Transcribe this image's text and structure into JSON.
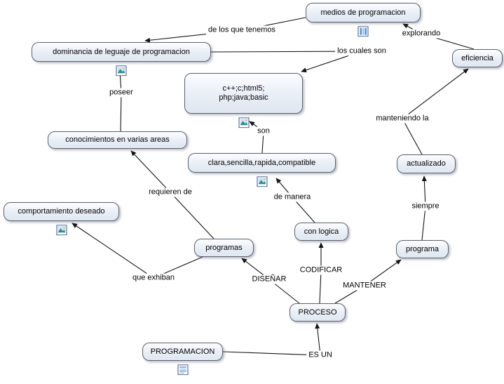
{
  "colors": {
    "canvas_background": "#ffffff",
    "node_fill": "#e9eef6",
    "node_border": "#5f6270",
    "connector": "#141414",
    "icon_accent": "#3a6ea5"
  },
  "nodes": {
    "medios": {
      "label": "medios de programacion",
      "icon": "film-strip-icon"
    },
    "dominancia": {
      "label": "dominancia de leguaje de programacion",
      "icon": "picture-icon"
    },
    "lenguajes": {
      "label": "c++;c;html5;\nphp;java;basic",
      "icon": "picture-icon"
    },
    "eficiencia": {
      "label": "eficiencia"
    },
    "conocimientos": {
      "label": "conocimientos en varias areas"
    },
    "clara": {
      "label": "clara,sencilla,rapida,compatible",
      "icon": "picture-icon"
    },
    "comportamiento": {
      "label": "comportamiento deseado",
      "icon": "picture-icon"
    },
    "actualizado": {
      "label": "actualizado"
    },
    "con_logica": {
      "label": "con logica"
    },
    "programas": {
      "label": "programas"
    },
    "programa": {
      "label": "programa"
    },
    "proceso": {
      "label": "PROCESO"
    },
    "programacion": {
      "label": "PROGRAMACION",
      "icon": "document-icon"
    }
  },
  "links": {
    "de_los_que_tenemos": "de los que tenemos",
    "explorando": "explorando",
    "los_cuales_son": "los cuales son",
    "poseer": "poseer",
    "son": "son",
    "manteniendo_la": "manteniendo la",
    "requieren_de": "requieren de",
    "de_manera": "de manera",
    "siempre": "siempre",
    "que_exhiban": "que exhiban",
    "disenar": "DISEÑAR",
    "codificar": "CODIFICAR",
    "mantener": "MANTENER",
    "es_un": "ES UN"
  }
}
